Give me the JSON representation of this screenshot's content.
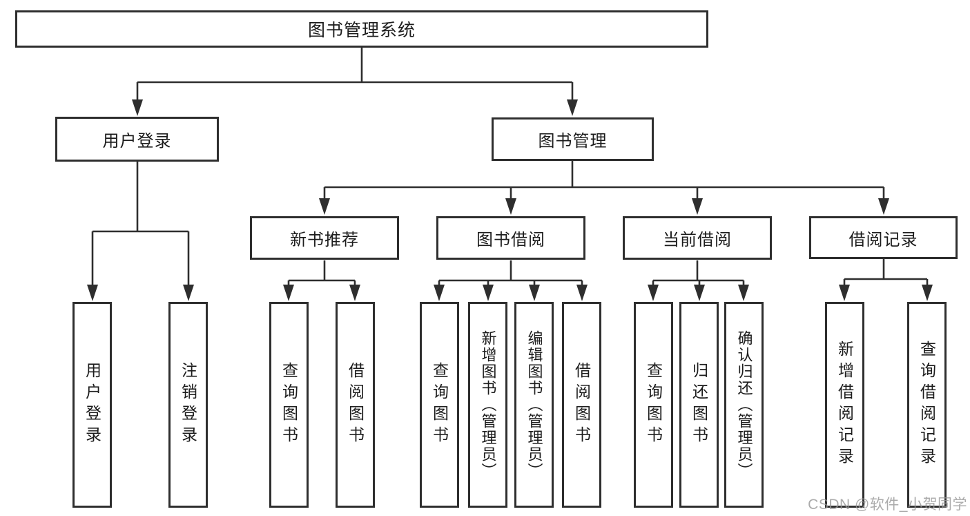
{
  "diagram": {
    "root": {
      "label": "图书管理系统"
    },
    "level2": [
      {
        "label": "用户登录"
      },
      {
        "label": "图书管理"
      }
    ],
    "level3": [
      {
        "label": "新书推荐"
      },
      {
        "label": "图书借阅"
      },
      {
        "label": "当前借阅"
      },
      {
        "label": "借阅记录"
      }
    ],
    "leaves": {
      "user_login": [
        "用户登录",
        "注销登录"
      ],
      "new_books": [
        "查询图书",
        "借阅图书"
      ],
      "book_borrow": [
        "查询图书",
        "新增图书（管理员）",
        "编辑图书（管理员）",
        "借阅图书"
      ],
      "current_borrow": [
        "查询图书",
        "归还图书",
        "确认归还（管理员）"
      ],
      "borrow_records": [
        "新增借阅记录",
        "查询借阅记录"
      ]
    }
  },
  "colors": {
    "line": "#2e2e2e",
    "text": "#1c1c1c",
    "watermark": "#b9b9b9"
  },
  "watermark": "CSDN @软件_小贺同学"
}
